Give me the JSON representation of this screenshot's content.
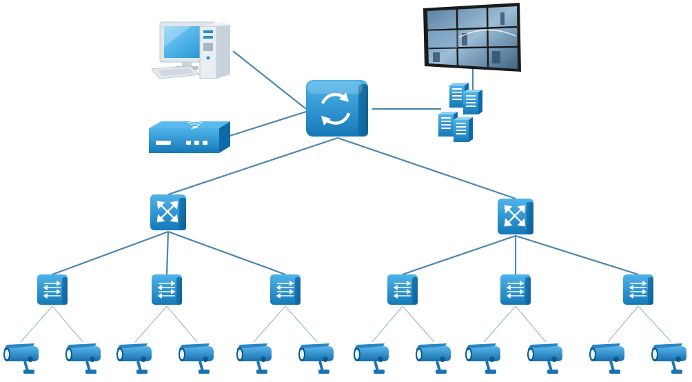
{
  "colors": {
    "link": "#4a86ae",
    "thin_link": "#8fb0c6",
    "device_blue": "#1e8fd0",
    "device_dark": "#0d6aa6",
    "device_light": "#4fb3ea",
    "white": "#ffffff"
  },
  "nodes": [
    {
      "id": "pc",
      "kind": "workstation",
      "icon": "desktop-computer-icon"
    },
    {
      "id": "decoder",
      "kind": "network-decoder",
      "icon": "wireless-decoder-icon"
    },
    {
      "id": "core",
      "kind": "core-router",
      "icon": "core-router-icon"
    },
    {
      "id": "videowall",
      "kind": "video-wall",
      "icon": "video-wall-icon"
    },
    {
      "id": "storage",
      "kind": "server-cluster",
      "icon": "server-cluster-icon"
    },
    {
      "id": "agg-left",
      "kind": "aggregation-switch",
      "icon": "switch-cross-arrows-icon"
    },
    {
      "id": "agg-right",
      "kind": "aggregation-switch",
      "icon": "switch-cross-arrows-icon"
    },
    {
      "id": "acc-1",
      "kind": "access-switch",
      "icon": "switch-arrows-icon"
    },
    {
      "id": "acc-2",
      "kind": "access-switch",
      "icon": "switch-arrows-icon"
    },
    {
      "id": "acc-3",
      "kind": "access-switch",
      "icon": "switch-arrows-icon"
    },
    {
      "id": "acc-4",
      "kind": "access-switch",
      "icon": "switch-arrows-icon"
    },
    {
      "id": "acc-5",
      "kind": "access-switch",
      "icon": "switch-arrows-icon"
    },
    {
      "id": "acc-6",
      "kind": "access-switch",
      "icon": "switch-arrows-icon"
    }
  ],
  "cameras": [
    {
      "id": "cam-1",
      "icon": "security-camera-icon"
    },
    {
      "id": "cam-2",
      "icon": "security-camera-icon"
    },
    {
      "id": "cam-3",
      "icon": "security-camera-icon"
    },
    {
      "id": "cam-4",
      "icon": "security-camera-icon"
    },
    {
      "id": "cam-5",
      "icon": "security-camera-icon"
    },
    {
      "id": "cam-6",
      "icon": "security-camera-icon"
    },
    {
      "id": "cam-7",
      "icon": "security-camera-icon"
    },
    {
      "id": "cam-8",
      "icon": "security-camera-icon"
    },
    {
      "id": "cam-9",
      "icon": "security-camera-icon"
    },
    {
      "id": "cam-10",
      "icon": "security-camera-icon"
    },
    {
      "id": "cam-11",
      "icon": "security-camera-icon"
    },
    {
      "id": "cam-12",
      "icon": "security-camera-icon"
    }
  ],
  "links": [
    [
      "pc",
      "core"
    ],
    [
      "decoder",
      "core"
    ],
    [
      "core",
      "storage"
    ],
    [
      "videowall",
      "storage"
    ],
    [
      "core",
      "agg-left"
    ],
    [
      "core",
      "agg-right"
    ],
    [
      "agg-left",
      "acc-1"
    ],
    [
      "agg-left",
      "acc-2"
    ],
    [
      "agg-left",
      "acc-3"
    ],
    [
      "agg-right",
      "acc-4"
    ],
    [
      "agg-right",
      "acc-5"
    ],
    [
      "agg-right",
      "acc-6"
    ],
    [
      "acc-1",
      "cam-1"
    ],
    [
      "acc-1",
      "cam-2"
    ],
    [
      "acc-2",
      "cam-3"
    ],
    [
      "acc-2",
      "cam-4"
    ],
    [
      "acc-3",
      "cam-5"
    ],
    [
      "acc-3",
      "cam-6"
    ],
    [
      "acc-4",
      "cam-7"
    ],
    [
      "acc-4",
      "cam-8"
    ],
    [
      "acc-5",
      "cam-9"
    ],
    [
      "acc-5",
      "cam-10"
    ],
    [
      "acc-6",
      "cam-11"
    ],
    [
      "acc-6",
      "cam-12"
    ]
  ]
}
